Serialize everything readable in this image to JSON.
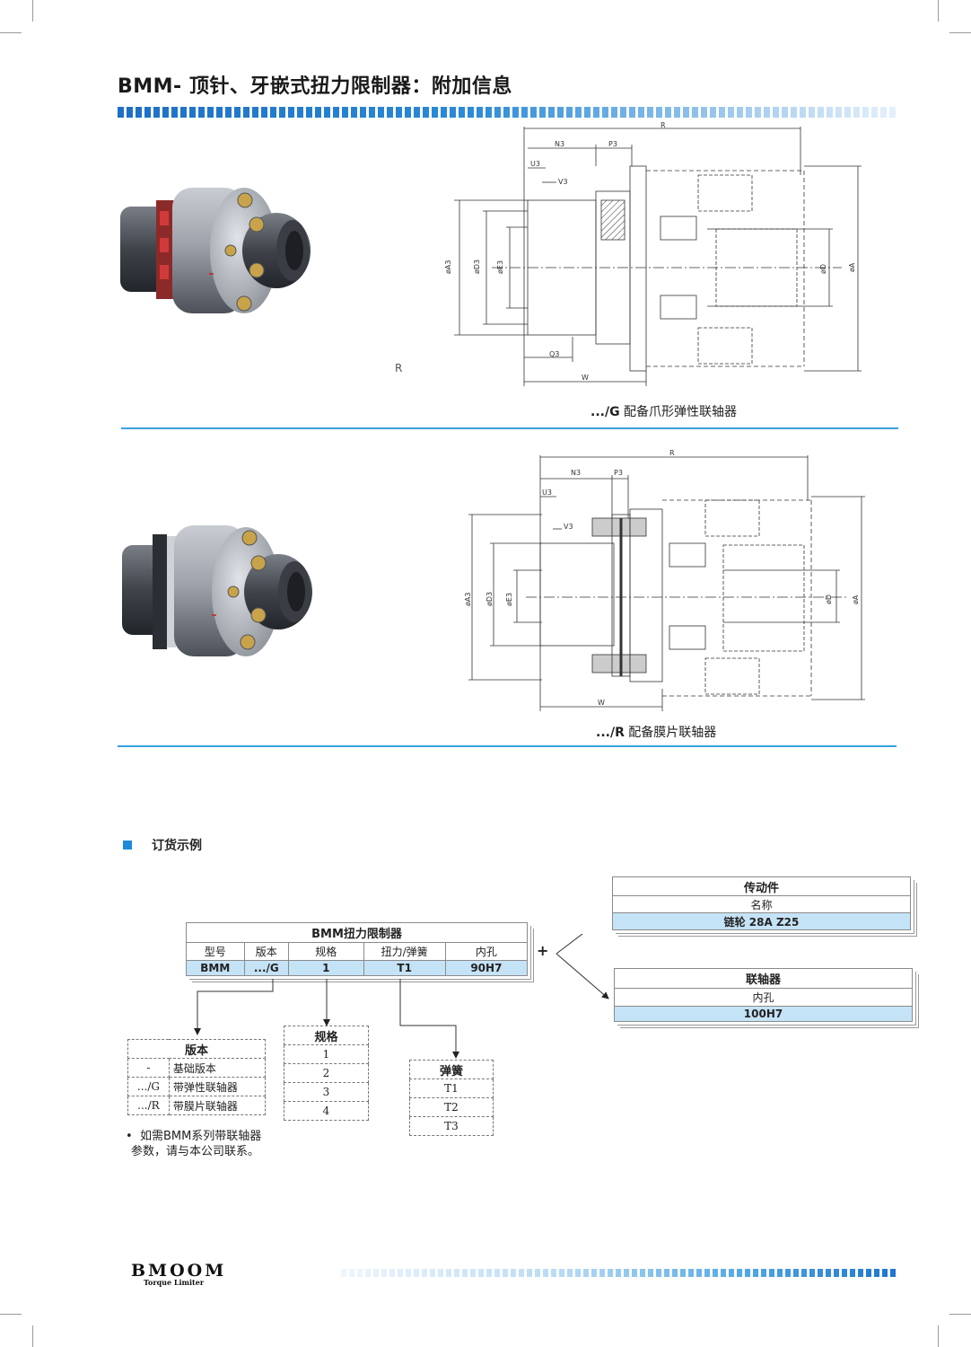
{
  "page": {
    "title": "BMM- 顶针、牙嵌式扭力限制器：附加信息"
  },
  "figure1": {
    "r_mark": "R",
    "caption_prefix": ".../G",
    "caption_text": " 配备爪形弹性联轴器",
    "dims": {
      "R": "R",
      "N3": "N3",
      "P3": "P3",
      "U3": "U3",
      "V3": "V3",
      "A3": "øA3",
      "D3": "øD3",
      "E3": "øE3",
      "D": "øD",
      "A": "øA",
      "Q3": "Q3",
      "W": "W"
    }
  },
  "figure2": {
    "caption_prefix": ".../R",
    "caption_text": " 配备膜片联轴器",
    "dims": {
      "R": "R",
      "N3": "N3",
      "P3": "P3",
      "U3": "U3",
      "V3": "V3",
      "A3": "øA3",
      "D3": "øD3",
      "E3": "øE3",
      "D": "øD",
      "A": "øA",
      "W": "W"
    }
  },
  "order": {
    "section_title": "订货示例",
    "main_table": {
      "title": "BMM扭力限制器",
      "headers": [
        "型号",
        "版本",
        "规格",
        "扭力/弹簧",
        "内孔"
      ],
      "values": [
        "BMM",
        ".../G",
        "1",
        "T1",
        "90H7"
      ]
    },
    "plus": "+",
    "drive_table": {
      "title": "传动件",
      "header": "名称",
      "value": "链轮  28A Z25"
    },
    "coupling_table": {
      "title": "联轴器",
      "header": "内孔",
      "value": "100H7"
    },
    "version_table": {
      "title": "版本",
      "rows": [
        {
          "code": "-",
          "name": "基础版本"
        },
        {
          "code": ".../G",
          "name": "带弹性联轴器"
        },
        {
          "code": ".../R",
          "name": "带膜片联轴器"
        }
      ]
    },
    "size_table": {
      "title": "规格",
      "rows": [
        "1",
        "2",
        "3",
        "4"
      ]
    },
    "spring_table": {
      "title": "弹簧",
      "rows": [
        "T1",
        "T2",
        "T3"
      ]
    },
    "note_line1": "如需BMM系列带联轴器",
    "note_line2": "参数，请与本公司联系。"
  },
  "footer": {
    "brand": "BMOOM",
    "sub": "Torque Limiter"
  }
}
